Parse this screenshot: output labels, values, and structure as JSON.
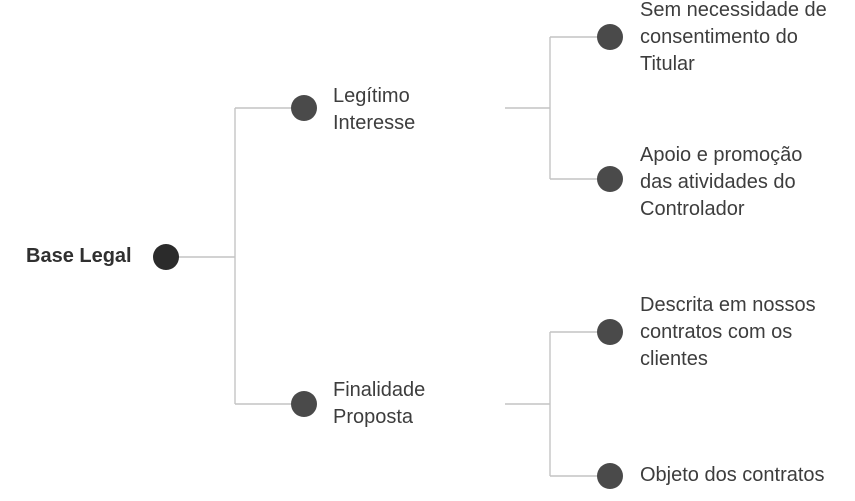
{
  "root": {
    "label": "Base Legal"
  },
  "branches": [
    {
      "label": "Legítimo\nInteresse",
      "children": [
        {
          "label": "Sem necessidade de\nconsentimento do\nTitular"
        },
        {
          "label": "Apoio e promoção\ndas atividades do\nControlador"
        }
      ]
    },
    {
      "label": "Finalidade\nProposta",
      "children": [
        {
          "label": "Descrita em nossos\ncontratos com os\nclientes"
        },
        {
          "label": "Objeto dos contratos"
        }
      ]
    }
  ],
  "colors": {
    "line": "#c4c4c4",
    "node": "#4a4a4a",
    "root_node": "#2b2b2b",
    "text": "#3d3d3d"
  }
}
